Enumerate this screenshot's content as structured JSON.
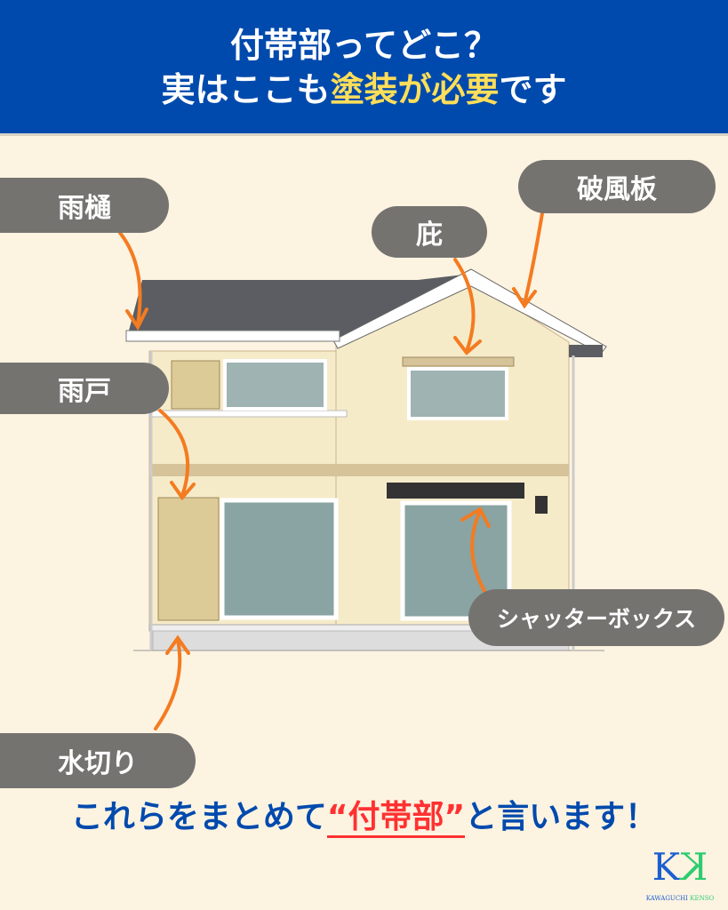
{
  "header": {
    "line1": "付帯部ってどこ？",
    "line2_a": "実はここも",
    "line2_highlight": "塗装が必要",
    "line2_b": "です"
  },
  "labels": {
    "amadoi": "雨樋",
    "amado": "雨戸",
    "hisashi": "庇",
    "hafuita": "破風板",
    "shutter_box": "シャッターボックス",
    "mizukiri": "水切り"
  },
  "footer": {
    "a": "これらをまとめて",
    "highlight": "“付帯部”",
    "b": "と言います！"
  },
  "logo": {
    "k1": "K",
    "k2": "K",
    "text_a": "KAWAGUCHI ",
    "text_b": "KENSO"
  },
  "colors": {
    "header": "#004aad",
    "highlight": "#ffde59",
    "footer": "#004aad",
    "accent": "#ff3131",
    "arrow": "#f47b20",
    "pill": "#747370"
  }
}
